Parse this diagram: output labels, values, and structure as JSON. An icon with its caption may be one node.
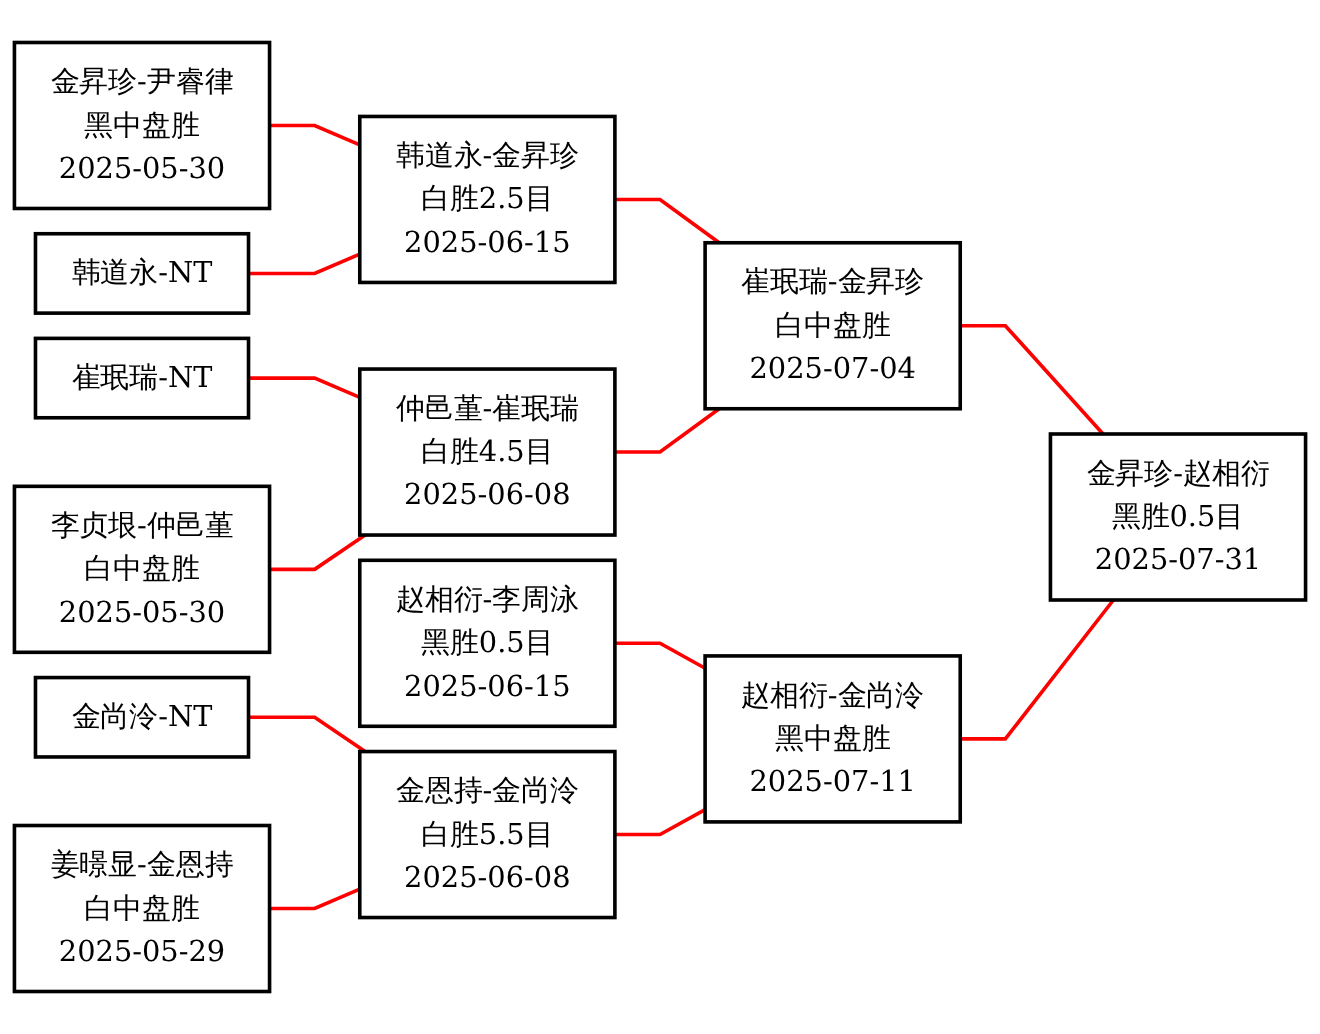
{
  "diagram": {
    "nodes": [
      {
        "text": [
          "金昇珍-尹睿律",
          "黑中盘胜",
          "2025-05-30"
        ]
      },
      {
        "text": [
          "韩道永-NT"
        ]
      },
      {
        "text": [
          "崔珉瑞-NT"
        ]
      },
      {
        "text": [
          "李贞垠-仲邑堇",
          "白中盘胜",
          "2025-05-30"
        ]
      },
      {
        "text": [
          "金尚泠-NT"
        ]
      },
      {
        "text": [
          "姜暻显-金恩持",
          "白中盘胜",
          "2025-05-29"
        ]
      },
      {
        "text": [
          "韩道永-金昇珍",
          "白胜2.5目",
          "2025-06-15"
        ]
      },
      {
        "text": [
          "仲邑堇-崔珉瑞",
          "白胜4.5目",
          "2025-06-08"
        ]
      },
      {
        "text": [
          "赵相衍-李周泳",
          "黑胜0.5目",
          "2025-06-15"
        ]
      },
      {
        "text": [
          "金恩持-金尚泠",
          "白胜5.5目",
          "2025-06-08"
        ]
      },
      {
        "text": [
          "崔珉瑞-金昇珍",
          "白中盘胜",
          "2025-07-04"
        ]
      },
      {
        "text": [
          "赵相衍-金尚泠",
          "黑中盘胜",
          "2025-07-11"
        ]
      },
      {
        "text": [
          "金昇珍-赵相衍",
          "黑胜0.5目",
          "2025-07-31"
        ]
      }
    ],
    "edges": [
      {
        "from": 0,
        "to": 6,
        "arrow": "none"
      },
      {
        "from": 1,
        "to": 6,
        "arrow": "none"
      },
      {
        "from": 2,
        "to": 7,
        "arrow": "none"
      },
      {
        "from": 3,
        "to": 7,
        "arrow": "none"
      },
      {
        "from": 4,
        "to": 9,
        "arrow": "none"
      },
      {
        "from": 5,
        "to": 9,
        "arrow": "none"
      },
      {
        "from": 6,
        "to": 10,
        "arrow": "none"
      },
      {
        "from": 7,
        "to": 10,
        "arrow": "none"
      },
      {
        "from": 8,
        "to": 11,
        "arrow": "none"
      },
      {
        "from": 9,
        "to": 11,
        "arrow": "none"
      },
      {
        "from": 10,
        "to": 12,
        "arrow": "none"
      },
      {
        "from": 11,
        "to": 12,
        "arrow": "none"
      }
    ]
  }
}
